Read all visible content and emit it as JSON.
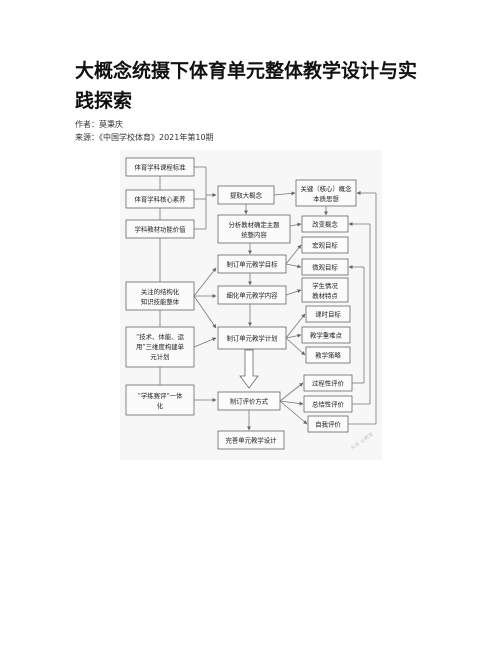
{
  "article": {
    "title": "大概念统摄下体育单元整体教学设计与实践探索",
    "author": "作者：莫秉庆",
    "source": "来源：《中国学校体育》2021年第10期"
  },
  "diagram": {
    "col1": {
      "b1": "体育学科课程标准",
      "b2": "体育学科核心素养",
      "b3": "学科教材功能价值",
      "b4_l1": "关注的结构化",
      "b4_l2": "知识技能整体",
      "b5_l1": "“技术、体能、运",
      "b5_l2": "用”三维度构建单",
      "b5_l3": "元计划",
      "b6_l1": "“学练赛评”一体",
      "b6_l2": "化"
    },
    "col2": {
      "c1": "提取大概念",
      "c2_l1": "分析教材确定主题",
      "c2_l2": "统整内容",
      "c3": "制订单元教学目标",
      "c4": "细化单元教学内容",
      "c5": "制订单元教学计划",
      "c6": "制订评价方式",
      "c7": "完善单元教学设计"
    },
    "col3": {
      "d1_l1": "关键（核心）概念",
      "d1_l2": "本质思想",
      "d2": "改变概念",
      "d3": "宏观目标",
      "d4": "微观目标",
      "d5_l1": "学生情况",
      "d5_l2": "教材特点",
      "d6": "课时目标",
      "d7": "教学重难点",
      "d8": "教学策略",
      "d9": "过程性评价",
      "d10": "总结性评价",
      "d11": "自我评价"
    },
    "watermark": "头条 @教育"
  }
}
